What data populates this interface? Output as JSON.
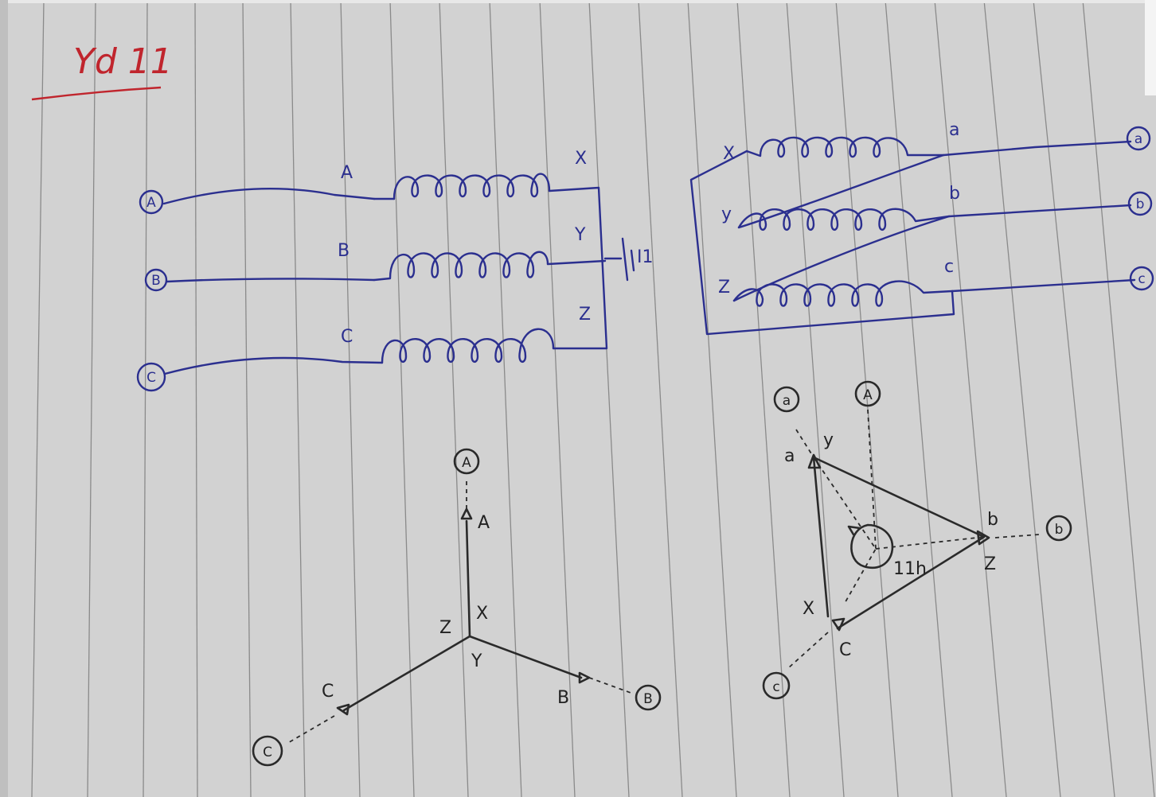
{
  "title": "Yd 11",
  "hv_winding": {
    "line_terminals": [
      "A",
      "B",
      "C"
    ],
    "start_labels": [
      "A",
      "B",
      "C"
    ],
    "end_labels": [
      "X",
      "Y",
      "Z"
    ],
    "neutral_mark": "I1"
  },
  "lv_winding": {
    "start_labels": [
      "X",
      "y",
      "Z"
    ],
    "end_labels": [
      "a",
      "b",
      "c"
    ],
    "line_terminals": [
      "a",
      "b",
      "c"
    ]
  },
  "hv_phasor": {
    "terminals": [
      "A",
      "B",
      "C"
    ],
    "tips": [
      "A",
      "B",
      "C"
    ],
    "neutral": [
      "Z",
      "X",
      "Y"
    ]
  },
  "lv_phasor": {
    "terminals": [
      "a",
      "A",
      "b",
      "c"
    ],
    "corners": [
      "a",
      "y",
      "b",
      "Z",
      "X",
      "C"
    ],
    "angle_label": "11h"
  }
}
